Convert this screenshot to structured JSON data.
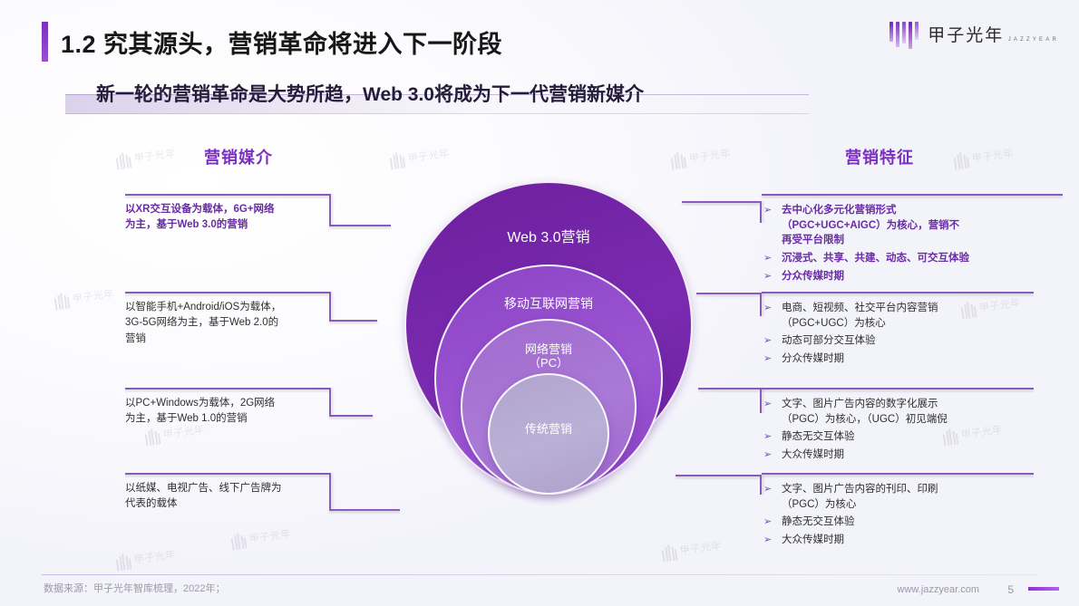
{
  "header": {
    "title": "1.2 究其源头，营销革命将进入下一阶段",
    "subtitle": "新一轮的营销革命是大势所趋，Web 3.0将成为下一代营销新媒介"
  },
  "logo": {
    "cn": "甲子光年",
    "en": "JAZZYEAR"
  },
  "watermark": {
    "cn": "甲子光年",
    "en": "JAZZYEAR"
  },
  "columns": {
    "left_title": "营销媒介",
    "right_title": "营销特征"
  },
  "circles": [
    {
      "label": "Web 3.0营销",
      "color": "#6d1f9e"
    },
    {
      "label": "移动互联网营销",
      "color": "#8c44c6"
    },
    {
      "label": "网络营销\n（PC）",
      "color": "#a06bcf"
    },
    {
      "label": "传统营销",
      "color": "#b1a4cf"
    }
  ],
  "media_boxes": [
    {
      "text": "以XR交互设备为载体，6G+网络\n为主，基于Web 3.0的营销",
      "emphasis": "purple"
    },
    {
      "text": "以智能手机+Android/iOS为载体，\n3G-5G网络为主，基于Web 2.0的\n营销",
      "emphasis": "grey"
    },
    {
      "text": "以PC+Windows为载体，2G网络\n为主，基于Web 1.0的营销",
      "emphasis": "grey"
    },
    {
      "text": "以纸媒、电视广告、线下广告牌为\n代表的载体",
      "emphasis": "grey"
    }
  ],
  "feature_groups": [
    {
      "emphasis": "purple",
      "items": [
        "去中心化多元化营销形式\n（PGC+UGC+AIGC）为核心，营销不\n再受平台限制",
        "沉浸式、共享、共建、动态、可交互体验",
        "分众传媒时期"
      ]
    },
    {
      "emphasis": "grey",
      "items": [
        "电商、短视频、社交平台内容营销\n（PGC+UGC）为核心",
        "动态可部分交互体验",
        "分众传媒时期"
      ]
    },
    {
      "emphasis": "grey",
      "items": [
        "文字、图片广告内容的数字化展示\n（PGC）为核心，（UGC）初见端倪",
        "静态无交互体验",
        "大众传媒时期"
      ]
    },
    {
      "emphasis": "grey",
      "items": [
        "文字、图片广告内容的刊印、印刷\n（PGC）为核心",
        "静态无交互体验",
        "大众传媒时期"
      ]
    }
  ],
  "bullet_glyph": "➢",
  "footer": {
    "source": "数据来源：甲子光年智库梳理，2022年；",
    "url": "www.jazzyear.com",
    "page": "5"
  },
  "colors": {
    "accent": "#7b2fbe",
    "line": "#8a5bbd",
    "title": "#171717"
  }
}
